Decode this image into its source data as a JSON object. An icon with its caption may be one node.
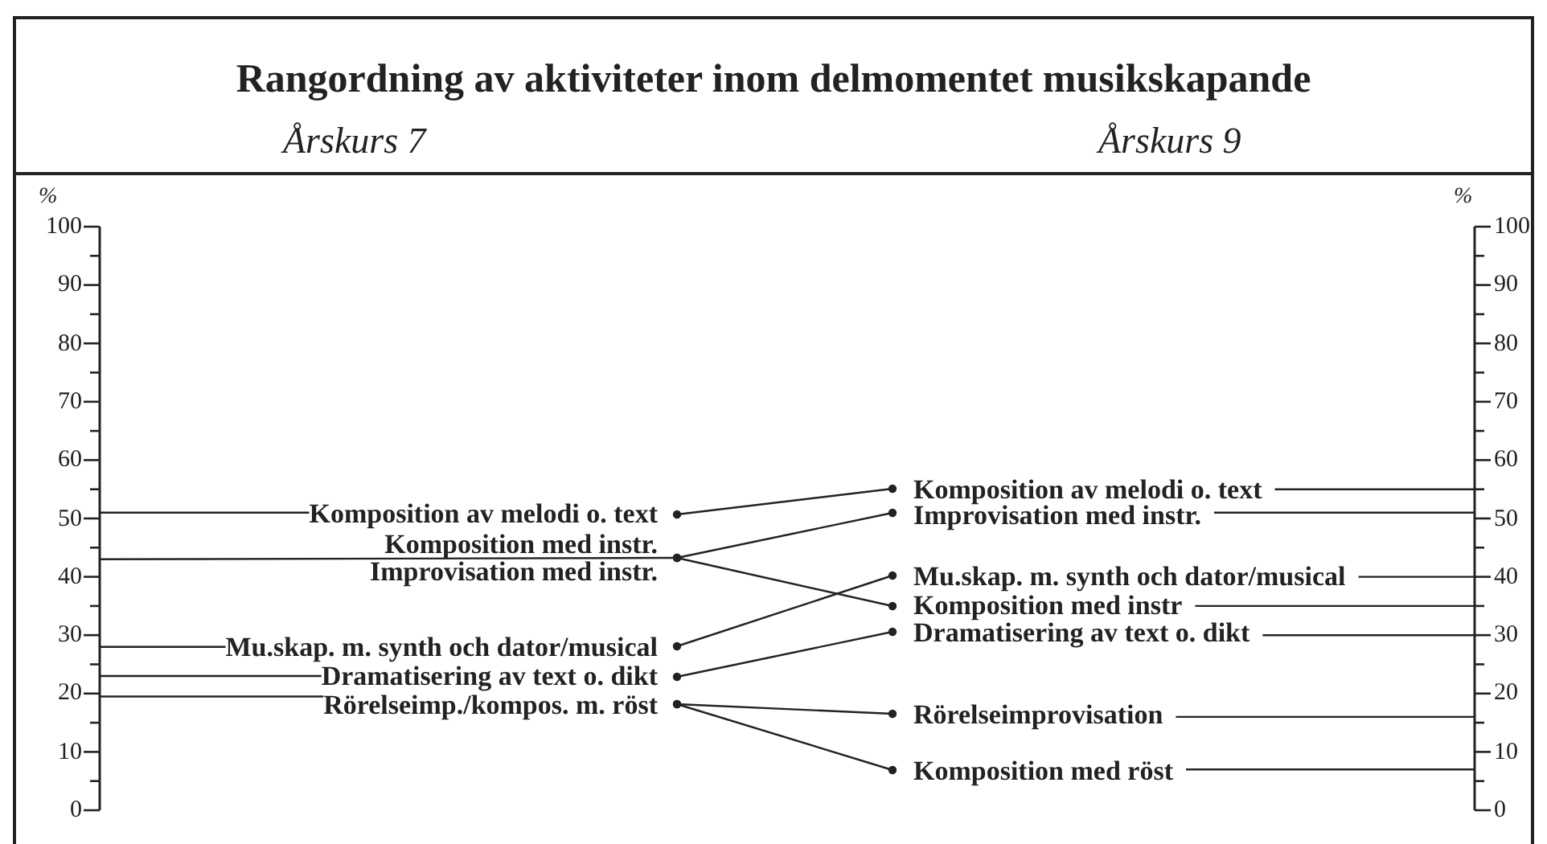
{
  "diagram": {
    "title": "Rangordning av aktiviteter inom delmomentet musikskapande",
    "nodes": [
      {
        "text": [
          "Komposition av melodi o. text"
        ]
      },
      {
        "text": [
          "Komposition med instr."
        ]
      },
      {
        "text": [
          "Improvisation med instr."
        ]
      },
      {
        "text": [
          "Mu.skap. m. synth och dator/musical"
        ]
      },
      {
        "text": [
          "Dramatisering av text o. dikt"
        ]
      },
      {
        "text": [
          "Rörelseimp./kompos. m. röst"
        ]
      },
      {
        "text": [
          "Komposition av melodi o. text"
        ]
      },
      {
        "text": [
          "Improvisation med instr."
        ]
      },
      {
        "text": [
          "Mu.skap. m. synth och dator/musical"
        ]
      },
      {
        "text": [
          "Komposition med instr"
        ]
      },
      {
        "text": [
          "Dramatisering av text o. dikt"
        ]
      },
      {
        "text": [
          "Rörelseimprovisation"
        ]
      },
      {
        "text": [
          "Komposition med röst"
        ]
      }
    ],
    "edges": [
      {
        "from": 0,
        "to": 6,
        "arrow": "other"
      },
      {
        "from": 1,
        "to": 9,
        "arrow": "other"
      },
      {
        "from": 2,
        "to": 7,
        "arrow": "other"
      },
      {
        "from": 3,
        "to": 8,
        "arrow": "other"
      },
      {
        "from": 4,
        "to": 10,
        "arrow": "other"
      },
      {
        "from": 5,
        "to": 11,
        "arrow": "other"
      },
      {
        "from": 5,
        "to": 12,
        "arrow": "other"
      },
      {
        "from": 0,
        "to": null,
        "arrow": "none"
      },
      {
        "from": 1,
        "to": null,
        "arrow": "none"
      },
      {
        "from": 3,
        "to": null,
        "arrow": "none"
      },
      {
        "from": 4,
        "to": null,
        "arrow": "none"
      },
      {
        "from": 5,
        "to": null,
        "arrow": "none"
      },
      {
        "from": 6,
        "to": null,
        "arrow": "none"
      },
      {
        "from": 7,
        "to": null,
        "arrow": "none"
      },
      {
        "from": 8,
        "to": null,
        "arrow": "none"
      },
      {
        "from": 9,
        "to": null,
        "arrow": "none"
      },
      {
        "from": 10,
        "to": null,
        "arrow": "none"
      },
      {
        "from": 11,
        "to": null,
        "arrow": "none"
      },
      {
        "from": 12,
        "to": null,
        "arrow": "none"
      }
    ],
    "labels": [
      "Årskurs 7",
      "Årskurs 9",
      "%",
      "100",
      "90",
      "80",
      "70",
      "60",
      "50",
      "40",
      "30",
      "20",
      "10",
      "0",
      "%",
      "100",
      "90",
      "80",
      "70",
      "60",
      "50",
      "40",
      "30",
      "20",
      "10",
      "0"
    ]
  }
}
